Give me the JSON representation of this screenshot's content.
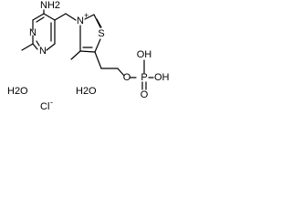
{
  "molecule": {
    "atom_labels": {
      "amino": "NH2",
      "pyrimidine_n_upper": "N",
      "pyrimidine_n_lower": "N",
      "thiazolium_n": "N",
      "thiazolium_charge": "+",
      "thiazolium_s": "S",
      "ester_o": "O",
      "phosphorus": "P",
      "hydroxyl_top": "OH",
      "hydroxyl_right": "OH",
      "phosphoryl_o": "O"
    },
    "counterion": "Cl",
    "counterion_charge": "-",
    "water": [
      {
        "formula": "H2O"
      },
      {
        "formula": "H2O"
      }
    ]
  }
}
